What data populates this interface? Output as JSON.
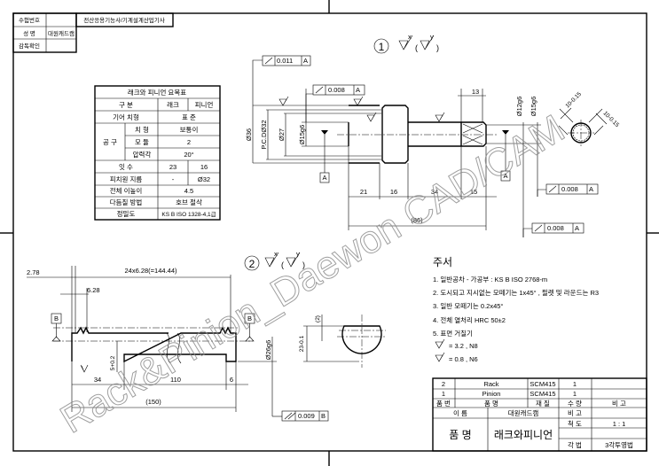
{
  "header_block": {
    "exam_no_label": "수험번호",
    "exam_no_value": "",
    "exam_title": "전산응용기능사/기계설계산업기사",
    "name_label": "성 명",
    "name_value": "대원캐드캠",
    "supervisor_label": "감독확인",
    "supervisor_value": ""
  },
  "gear_table": {
    "title": "래크와 피니언 요목표",
    "col_item": "구 분",
    "col_rack": "래크",
    "col_pinion": "피니언",
    "rows": {
      "gear_profile_label": "기어 치형",
      "gear_profile_value": "표 준",
      "tool_label": "공 구",
      "tooth_form_label": "치 형",
      "tooth_form_value": "보통이",
      "module_label": "모 듈",
      "module_value": "2",
      "pressure_angle_label": "압력각",
      "pressure_angle_value": "20°",
      "teeth_label": "잇 수",
      "teeth_rack": "23",
      "teeth_pinion": "16",
      "pcd_label": "피치원 지름",
      "pcd_rack": "-",
      "pcd_pinion": "Ø32",
      "depth_label": "전체 이높이",
      "depth_value": "4.5",
      "finish_label": "다듬질 방법",
      "finish_value": "호브 절삭",
      "accuracy_label": "정밀도",
      "accuracy_value": "KS B ISO 1328-4,1급"
    }
  },
  "view1": {
    "number": "1",
    "surface_x": "x",
    "surface_y": "y",
    "tol1": {
      "value": "0.011",
      "datum": "A"
    },
    "tol2": {
      "value": "0.008",
      "datum": "A"
    },
    "tol3": {
      "value": "0.008",
      "datum": "A"
    },
    "tol4": {
      "value": "0.008",
      "datum": "A"
    },
    "datum_A": "A",
    "dims": {
      "d36": "Ø36",
      "pcd": "P.C.DØ32",
      "d27": "Ø27",
      "d15g6_left": "Ø15g6",
      "d12g6": "Ø12g6",
      "d15g6_right": "Ø15g6",
      "l21": "21",
      "l16": "16",
      "l34": "34",
      "l15": "15",
      "l13": "13",
      "total": "(86)",
      "flat1": "10-0.15",
      "flat2": "10-0.15"
    }
  },
  "view2": {
    "number": "2",
    "surface_x": "x",
    "surface_y": "y",
    "datum_B": "B",
    "tol": {
      "value": "0.009",
      "datum": "B"
    },
    "dims": {
      "d278": "2.78",
      "pitch_total": "24x6.28(=144.44)",
      "pitch": "6.28",
      "l34": "34",
      "l110": "110",
      "l6": "6",
      "total": "(150)",
      "depth": "5+0.2",
      "d26g6": "Ø26g6",
      "h23": "23-0.1",
      "flat2": "(2)"
    }
  },
  "notes": {
    "title": "주서",
    "items": [
      "1. 일반공차 - 가공부 : KS B ISO 2768-m",
      "2. 도시되고 지시없는 모떼기는 1x45° , 필렛 및 라운드는 R3",
      "3. 일반 모떼기는 0.2x45°",
      "4. 전체 열처리 HRC 50±2",
      "5. 표면 거칠기"
    ],
    "rough_x": "= 3.2 , N8",
    "rough_y": "= 0.8 , N6"
  },
  "parts_list": {
    "rows": [
      {
        "no": "2",
        "name": "Rack",
        "material": "SCM415",
        "qty": "1",
        "remark": ""
      },
      {
        "no": "1",
        "name": "Pinion",
        "material": "SCM415",
        "qty": "1",
        "remark": ""
      }
    ],
    "header": {
      "no": "품 번",
      "name": "품 명",
      "material": "재 질",
      "qty": "수 량",
      "remark": "비 고"
    }
  },
  "title_block": {
    "name_label": "이 름",
    "name_value": "대원캐드캠",
    "remark_label": "비 고",
    "part_label": "품 명",
    "part_value": "래크와피니언",
    "scale_label": "척 도",
    "scale_value": "1 : 1",
    "projection_label": "각 법",
    "projection_value": "3각투영법"
  },
  "watermark": "Rack&Pinion_Daewon CAD/CAM"
}
